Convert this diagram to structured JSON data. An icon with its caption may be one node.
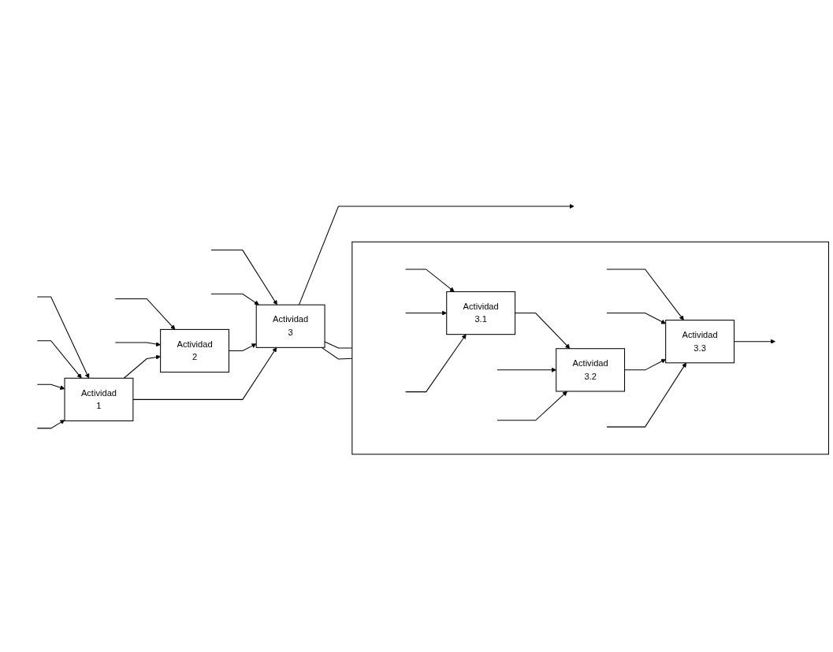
{
  "diagram": {
    "nodes": [
      {
        "text": [
          "Actividad",
          "1"
        ]
      },
      {
        "text": [
          "Actividad",
          "2"
        ]
      },
      {
        "text": [
          "Actividad",
          "3"
        ]
      },
      {
        "text": [],
        "shape": "box"
      },
      {
        "text": [
          "Actividad",
          "3.1"
        ],
        "in": 3
      },
      {
        "text": [
          "Actividad",
          "3.2"
        ],
        "in": 3
      },
      {
        "text": [
          "Actividad",
          "3.3"
        ],
        "in": 3
      }
    ],
    "edges": [
      {
        "from": null,
        "to": 0,
        "arrow": "to"
      },
      {
        "from": null,
        "to": 0,
        "arrow": "to"
      },
      {
        "from": null,
        "to": 1,
        "arrow": "to"
      },
      {
        "from": null,
        "to": 2,
        "arrow": "to"
      },
      {
        "from": 0,
        "to": 1,
        "arrow": "to"
      },
      {
        "from": 0,
        "to": 2,
        "arrow": "to"
      },
      {
        "from": 1,
        "to": 2,
        "arrow": "to"
      },
      {
        "from": null,
        "to": 0,
        "arrow": "to"
      },
      {
        "from": null,
        "to": 0,
        "arrow": "to"
      },
      {
        "from": null,
        "to": 1,
        "arrow": "to"
      },
      {
        "from": null,
        "to": 2,
        "arrow": "to"
      },
      {
        "from": 2,
        "to": null,
        "arrow": "to"
      },
      {
        "from": 2,
        "to": 3,
        "arrow": "none"
      },
      {
        "from": 2,
        "to": 3,
        "arrow": "none"
      },
      {
        "from": null,
        "to": 4,
        "arrow": "to"
      },
      {
        "from": null,
        "to": 4,
        "arrow": "to"
      },
      {
        "from": null,
        "to": 6,
        "arrow": "to"
      },
      {
        "from": 4,
        "to": 5,
        "arrow": "to"
      },
      {
        "from": null,
        "to": 5,
        "arrow": "to"
      },
      {
        "from": null,
        "to": 6,
        "arrow": "to"
      },
      {
        "from": 5,
        "to": 6,
        "arrow": "to"
      },
      {
        "from": 6,
        "to": null,
        "arrow": "to"
      },
      {
        "from": null,
        "to": 4,
        "arrow": "to"
      },
      {
        "from": null,
        "to": 5,
        "arrow": "to"
      },
      {
        "from": null,
        "to": 6,
        "arrow": "to"
      }
    ]
  }
}
